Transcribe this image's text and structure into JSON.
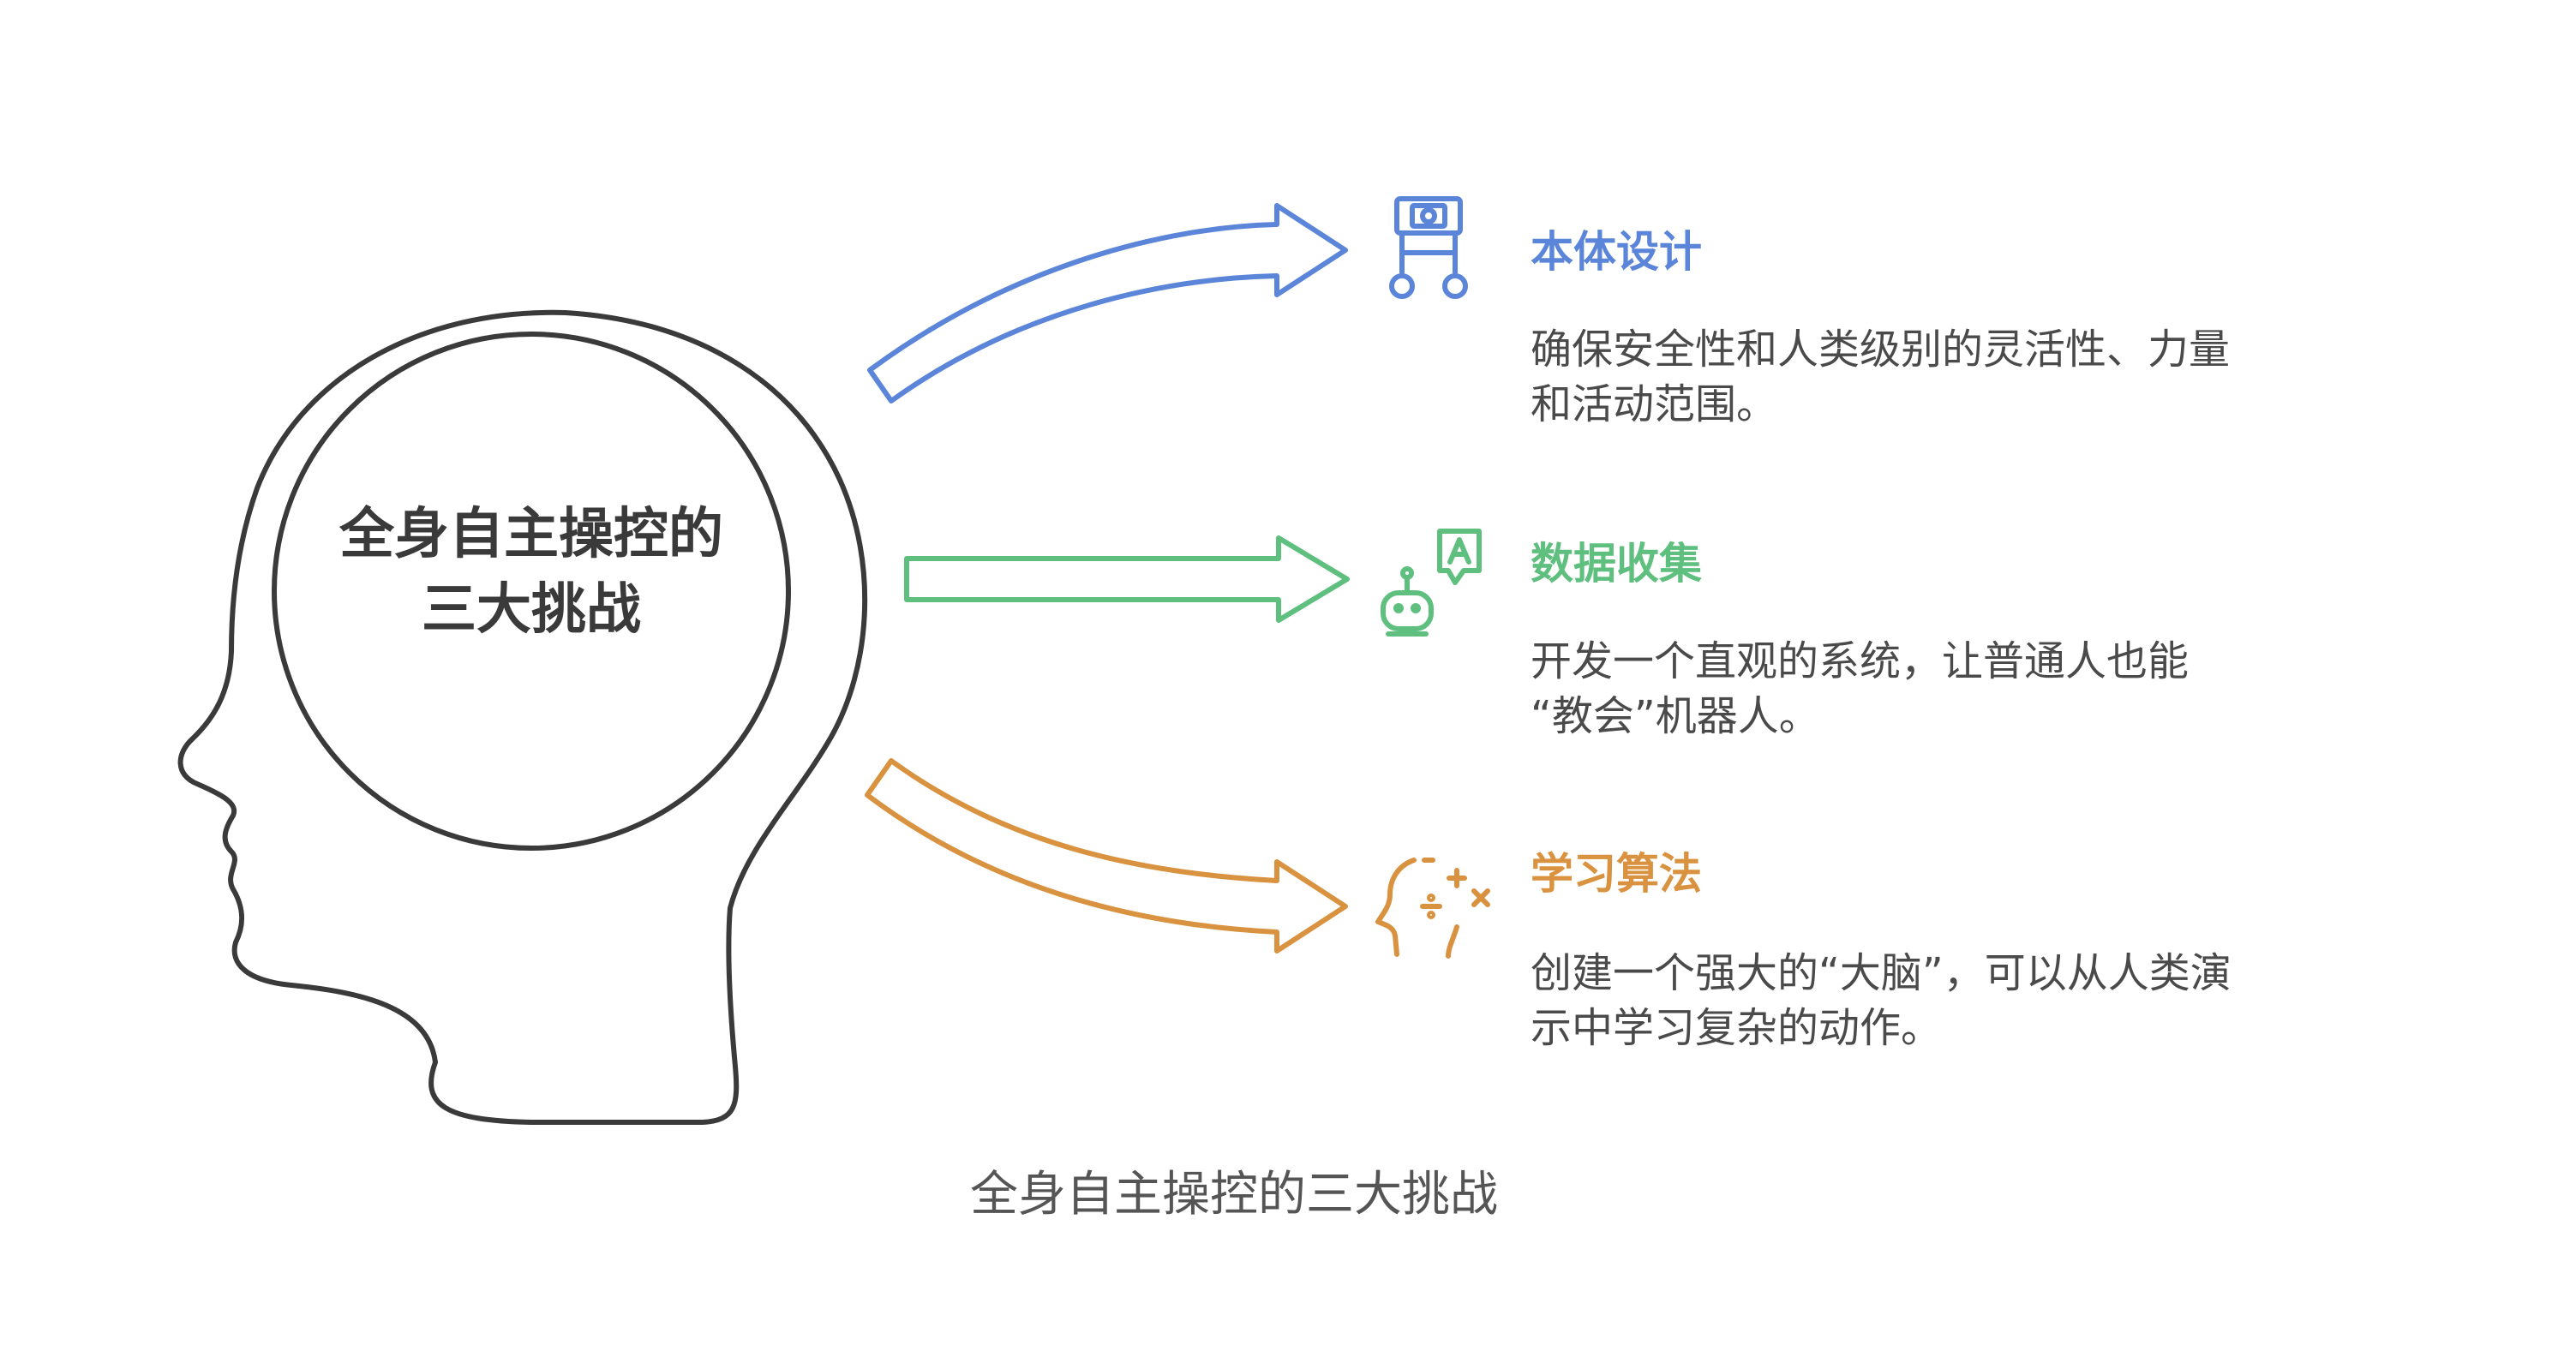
{
  "center": {
    "title_line1": "全身自主操控的",
    "title_line2": "三大挑战"
  },
  "items": [
    {
      "title": "本体设计",
      "desc_line1": "确保安全性和人类级别的灵活性、力量",
      "desc_line2": "和活动范围。",
      "color": "#5b85d9",
      "icon": "robot-body-icon"
    },
    {
      "title": "数据收集",
      "desc_line1": "开发一个直观的系统，让普通人也能",
      "desc_line2": "“教会”机器人。",
      "color": "#5fbf7f",
      "icon": "robot-chat-icon"
    },
    {
      "title": "学习算法",
      "desc_line1": "创建一个强大的“大脑”，可以从人类演",
      "desc_line2": "示中学习复杂的动作。",
      "color": "#d9923f",
      "icon": "brain-math-icon"
    }
  ],
  "caption": "全身自主操控的三大挑战",
  "colors": {
    "outline": "#3a3a3a",
    "text": "#4a4a4a"
  }
}
